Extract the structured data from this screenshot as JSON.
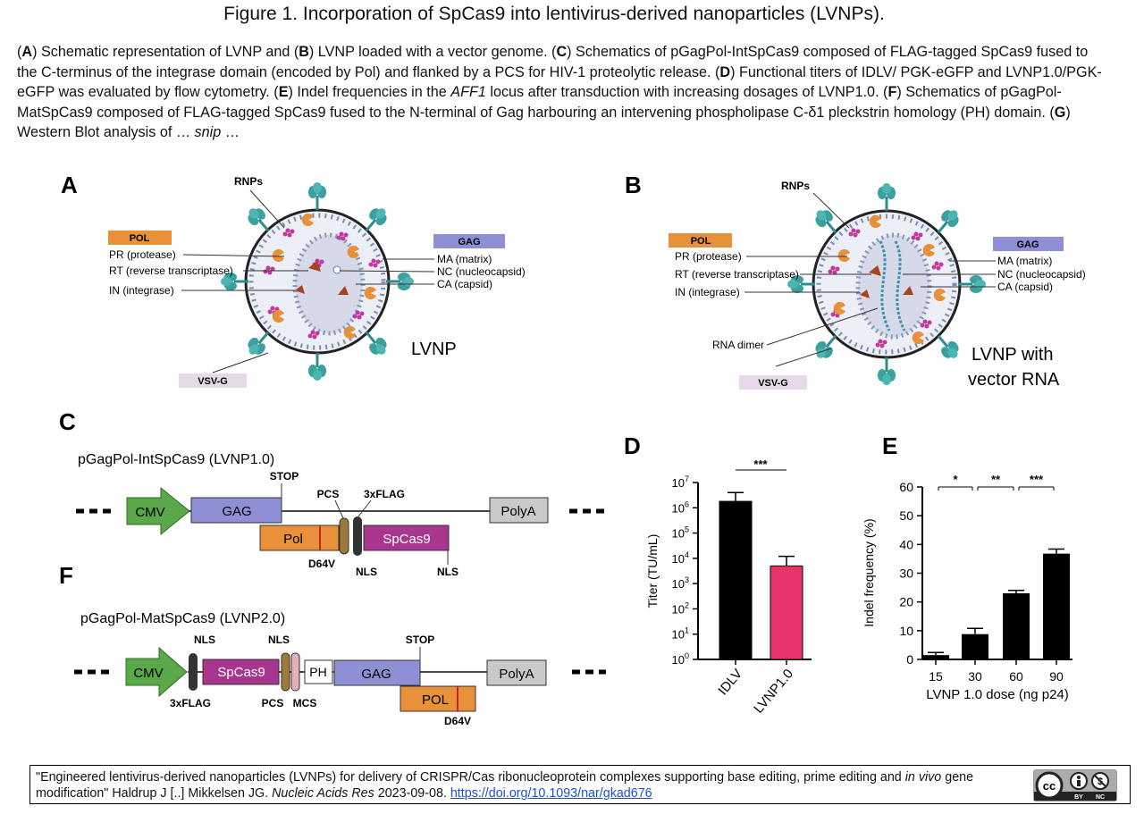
{
  "figure": {
    "title": "Figure 1. Incorporation of SpCas9 into lentivirus-derived nanoparticles (LVNPs).",
    "caption": [
      {
        "b": "(",
        "t": ""
      },
      {
        "bold": "A"
      },
      {
        "t": ") Schematic representation of LVNP and ("
      },
      {
        "bold": "B"
      },
      {
        "t": ") LVNP loaded with a vector genome. ("
      },
      {
        "bold": "C"
      },
      {
        "t": ") Schematics of pGagPol-IntSpCas9 composed of FLAG-tagged SpCas9 fused to the C-terminus of the integrase domain (encoded by Pol) and flanked by a PCS for HIV-1 proteolytic release. ("
      },
      {
        "bold": "D"
      },
      {
        "t": ") Functional titers of IDLV/ PGK-eGFP and LVNP1.0/PGK-eGFP was evaluated by flow cytometry. ("
      },
      {
        "bold": "E"
      },
      {
        "t": ") Indel frequencies in the "
      },
      {
        "i": "AFF1"
      },
      {
        "t": " locus after transduction with increasing dosages of LVNP1.0. ("
      },
      {
        "bold": "F"
      },
      {
        "t": ") Schematics of pGagPol-MatSpCas9 composed of FLAG-tagged SpCas9 fused to the N-terminal of Gag harbouring an intervening phospholipase C-δ1 pleckstrin homology (PH) domain. ("
      },
      {
        "bold": "G"
      },
      {
        "t": ") Western Blot analysis of … "
      },
      {
        "i": "snip"
      },
      {
        "t": " …"
      }
    ]
  },
  "panelA": {
    "letter": "A",
    "rnps": "RNPs",
    "pol": "POL",
    "gag": "GAG",
    "pr": "PR (protease)",
    "rt": "RT (reverse transcriptase)",
    "in": "IN (integrase)",
    "ma": "MA (matrix)",
    "nc": "NC (nucleocapsid)",
    "ca": "CA (capsid)",
    "vsvg": "VSV-G",
    "name": "LVNP"
  },
  "panelB": {
    "letter": "B",
    "rnps": "RNPs",
    "pol": "POL",
    "gag": "GAG",
    "pr": "PR (protease)",
    "rt": "RT (reverse transcriptase)",
    "in": "IN (integrase)",
    "ma": "MA (matrix)",
    "nc": "NC (nucleocapsid)",
    "ca": "CA (capsid)",
    "rna": "RNA dimer",
    "vsvg": "VSV-G",
    "name1": "LVNP with",
    "name2": "vector RNA"
  },
  "panelC": {
    "letter": "C",
    "title": "pGagPol-IntSpCas9 (LVNP1.0)",
    "cmv": "CMV",
    "gag": "GAG",
    "stop": "STOP",
    "pcs": "PCS",
    "flag": "3xFLAG",
    "pol": "Pol",
    "spcas9": "SpCas9",
    "polya": "PolyA",
    "d64v": "D64V",
    "nls1": "NLS",
    "nls2": "NLS"
  },
  "panelF": {
    "letter": "F",
    "title": "pGagPol-MatSpCas9 (LVNP2.0)",
    "cmv": "CMV",
    "nls1": "NLS",
    "nls2": "NLS",
    "spcas9": "SpCas9",
    "ph": "PH",
    "gag": "GAG",
    "stop": "STOP",
    "polya": "PolyA",
    "pol": "POL",
    "flag": "3xFLAG",
    "pcs": "PCS",
    "mcs": "MCS",
    "d64v": "D64V"
  },
  "chart_data": [
    {
      "panel": "D",
      "type": "bar",
      "ylabel": "Titer (TU/mL)",
      "yscale": "log",
      "ylim": [
        1,
        10000000
      ],
      "yticks": [
        "10^0",
        "10^1",
        "10^2",
        "10^3",
        "10^4",
        "10^5",
        "10^6",
        "10^7"
      ],
      "categories": [
        "IDLV",
        "LVNP1.0"
      ],
      "values": [
        1800000,
        5000
      ],
      "errors_upper": [
        4000000,
        12000
      ],
      "bar_colors": [
        "#000000",
        "#e8336b"
      ],
      "significance": "***"
    },
    {
      "panel": "E",
      "type": "bar",
      "ylabel": "Indel frequency (%)",
      "xlabel": "LVNP 1.0 dose (ng p24)",
      "ylim": [
        0,
        60
      ],
      "yticks": [
        0,
        10,
        20,
        30,
        40,
        50,
        60
      ],
      "categories": [
        "15",
        "30",
        "60",
        "90"
      ],
      "values": [
        1.5,
        8.8,
        23,
        36.8
      ],
      "errors_upper": [
        2.4,
        10.8,
        24,
        38.4
      ],
      "significance": [
        "*",
        "**",
        "***"
      ]
    }
  ],
  "citation": {
    "text1": "\"Engineered lentivirus-derived nanoparticles (LVNPs) for delivery of CRISPR/Cas ribonucleoprotein complexes supporting base editing, prime editing and ",
    "italic1": "in vivo",
    "text2": " gene modification\" Haldrup J [..] Mikkelsen JG. ",
    "journal": "Nucleic Acids Res",
    "text3": " 2023-09-08. ",
    "link": "https://doi.org/10.1093/nar/gkad676",
    "license_by": "BY",
    "license_nc": "NC",
    "license_cc": "cc"
  },
  "colors": {
    "pol_box": "#e8903a",
    "gag_box": "#8f8fd6",
    "vsvg_box": "#e7d9ea",
    "cmv_arrow": "#5aa84a",
    "spcas9": "#a8358e",
    "polya": "#c9c9c9",
    "lvnp_bar": "#e8336b",
    "spike": "#3aa1a0"
  }
}
